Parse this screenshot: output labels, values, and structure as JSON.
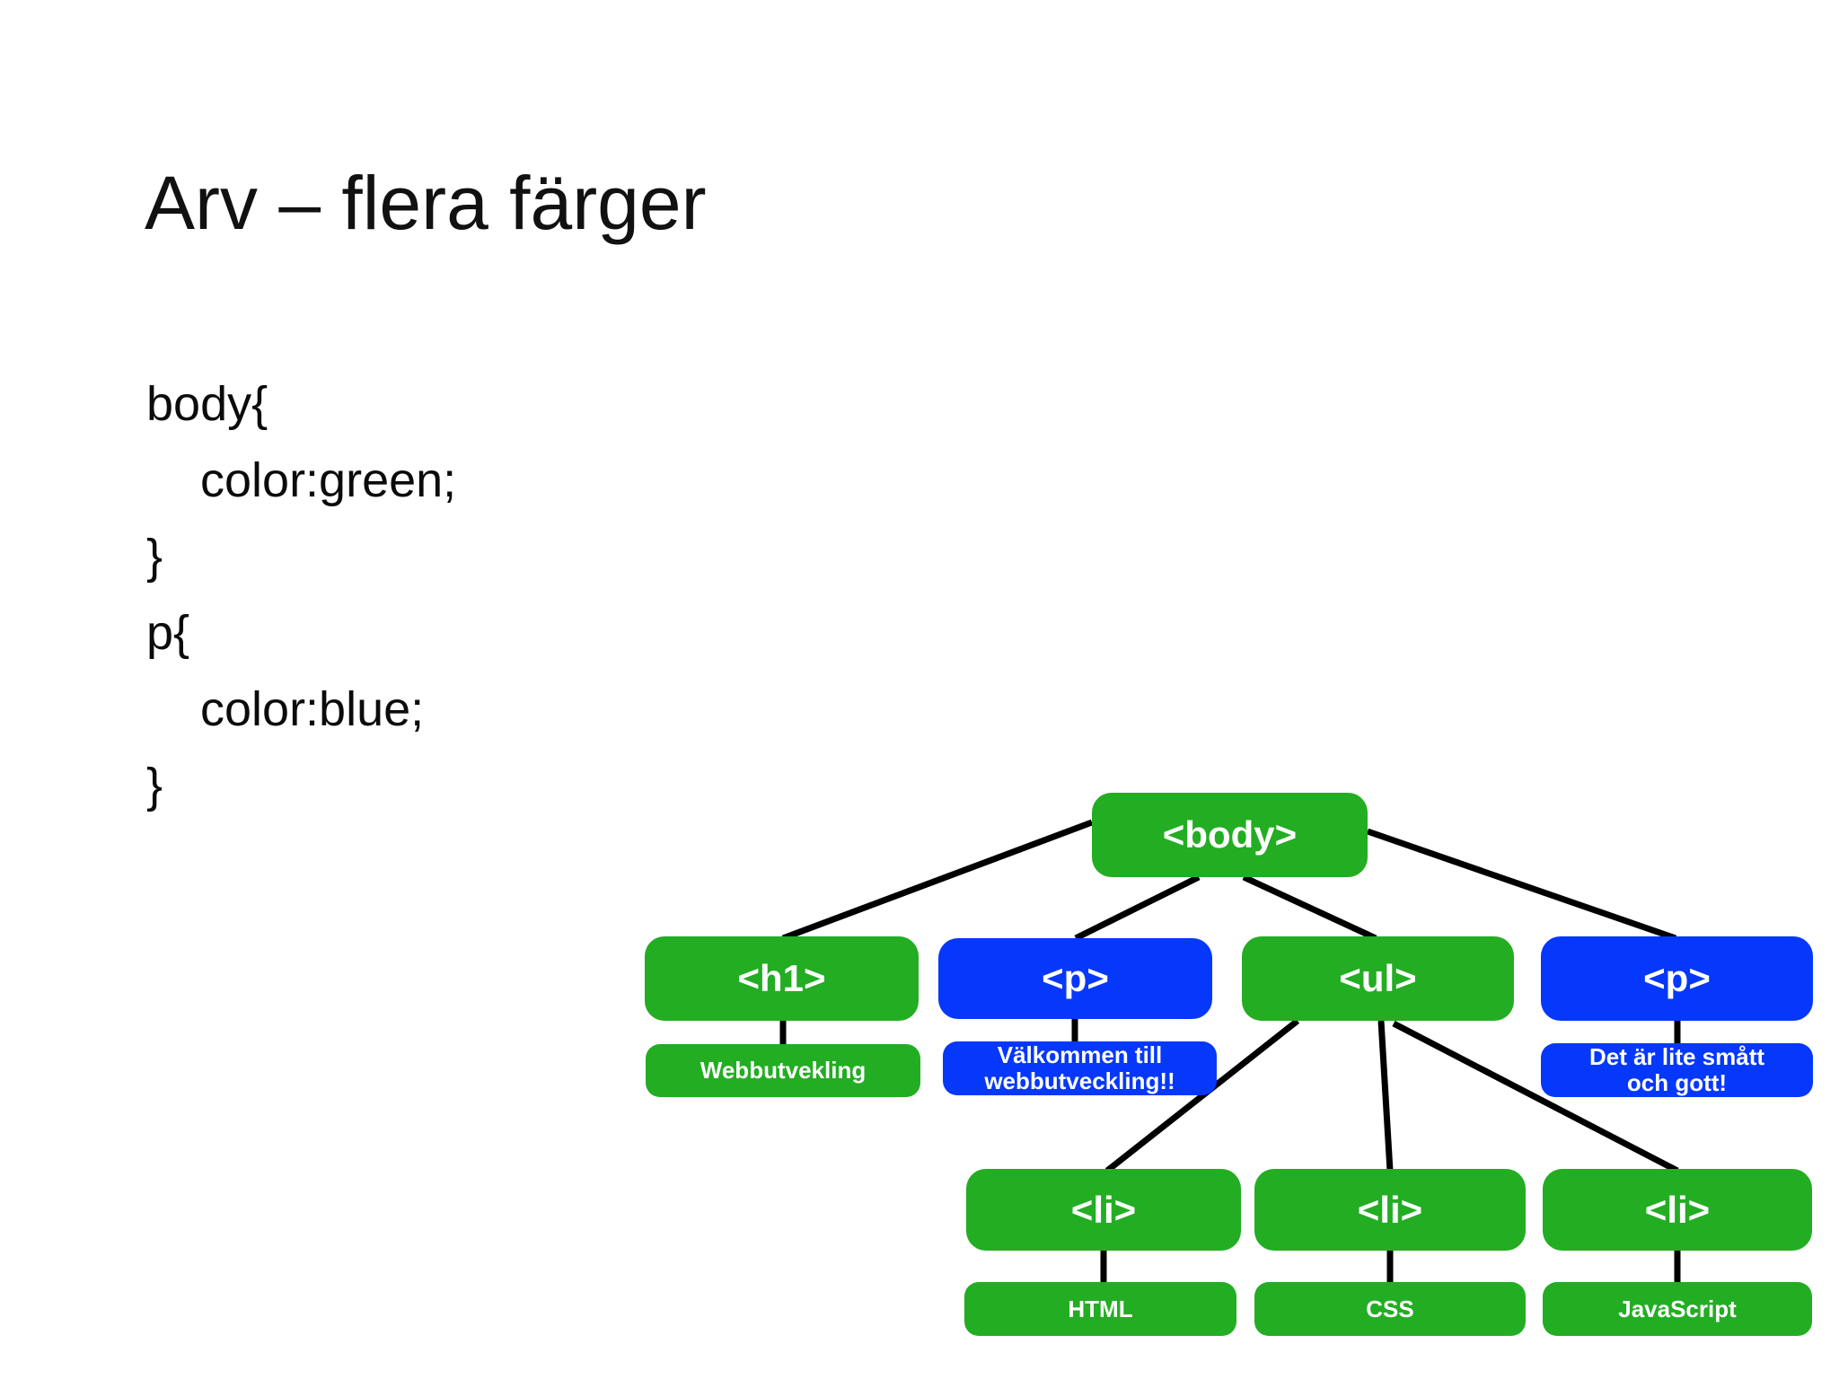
{
  "slide": {
    "title": "Arv – flera färger",
    "code_lines": [
      "body{",
      "    color:green;",
      "}",
      "p{",
      "    color:blue;",
      "}"
    ]
  },
  "colors": {
    "green": "#23AD23",
    "blue": "#0538FA",
    "connector": "#000000",
    "node_text": "#FFFFFF",
    "background": "#FFFFFF",
    "title_text": "#111111"
  },
  "tree": {
    "root": {
      "tag": "<body>",
      "color": "green"
    },
    "level2": [
      {
        "tag": "<h1>",
        "color": "green"
      },
      {
        "tag": "<p>",
        "color": "blue"
      },
      {
        "tag": "<ul>",
        "color": "green"
      },
      {
        "tag": "<p>",
        "color": "blue"
      }
    ],
    "level2_text_nodes": [
      {
        "lines": [
          "Webbutvekling"
        ],
        "color": "green"
      },
      {
        "lines": [
          "Välkommen till",
          "webbutveckling!!"
        ],
        "color": "blue"
      },
      {
        "lines": [
          "Det är lite smått",
          "och gott!"
        ],
        "color": "blue"
      }
    ],
    "level3": [
      {
        "tag": "<li>",
        "color": "green"
      },
      {
        "tag": "<li>",
        "color": "green"
      },
      {
        "tag": "<li>",
        "color": "green"
      }
    ],
    "level3_text_nodes": [
      {
        "lines": [
          "HTML"
        ],
        "color": "green"
      },
      {
        "lines": [
          "CSS"
        ],
        "color": "green"
      },
      {
        "lines": [
          "JavaScript"
        ],
        "color": "green"
      }
    ]
  }
}
